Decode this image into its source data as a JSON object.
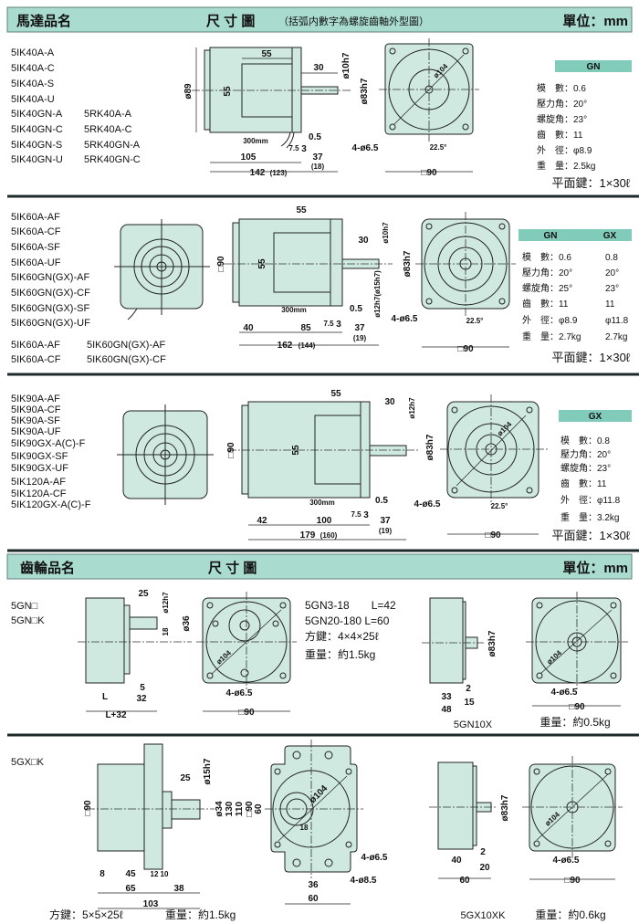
{
  "motor_header": {
    "title": "馬達品名",
    "dim_title": "尺 寸 圖",
    "note": "（括弧内數字為螺旋齒軸外型圖）",
    "unit": "單位：mm"
  },
  "s1": {
    "models": [
      "5IK40A-A",
      "5IK40A-C",
      "5IK40A-S",
      "5IK40A-U",
      "5IK40GN-A",
      "5IK40GN-C",
      "5IK40GN-S",
      "5IK40GN-U"
    ],
    "models_alt": [
      "5RK40A-A",
      "5RK40A-C",
      "5RK40GN-A",
      "5RK40GN-C"
    ],
    "dims": [
      "55",
      "55",
      "ø89",
      "30",
      "ø10h7",
      "ø83h7",
      "300mm",
      "7.5",
      "3",
      "0.5",
      "105",
      "37",
      "(18)",
      "142",
      "(123)",
      "ø104",
      "4-ø6.5",
      "22.5°",
      "□90"
    ],
    "spec": {
      "cols": [
        "GN"
      ],
      "sep": "：",
      "rows": [
        {
          "label": "模　數",
          "values": [
            "0.6"
          ]
        },
        {
          "label": "壓力角",
          "values": [
            "20°"
          ]
        },
        {
          "label": "螺旋角",
          "values": [
            "23°"
          ]
        },
        {
          "label": "齒　數",
          "values": [
            "11"
          ]
        },
        {
          "label": "外　徑",
          "values": [
            "φ8.9"
          ]
        },
        {
          "label": "重　量",
          "values": [
            "2.5kg"
          ]
        }
      ],
      "key": "平面鍵：1×30ℓ"
    }
  },
  "s2": {
    "models": [
      "5IK60A-AF",
      "5IK60A-CF",
      "5IK60A-SF",
      "5IK60A-UF",
      "5IK60GN(GX)-AF",
      "5IK60GN(GX)-CF",
      "5IK60GN(GX)-SF",
      "5IK60GN(GX)-UF"
    ],
    "models_extra": [
      [
        "5IK60A-AF",
        "5IK60GN(GX)-AF"
      ],
      [
        "5IK60A-CF",
        "5IK60GN(GX)-CF"
      ]
    ],
    "dims": [
      "55",
      "□90",
      "55",
      "30",
      "ø10h7",
      "ø83h7",
      "ø12h7(ø15h7)",
      "300mm",
      "0.5",
      "7.5",
      "3",
      "40",
      "85",
      "37",
      "(19)",
      "162",
      "(144)",
      "4-ø6.5",
      "22.5°",
      "□90"
    ],
    "spec": {
      "cols": [
        "GN",
        "GX"
      ],
      "sep": "：",
      "rows": [
        {
          "label": "模　數",
          "values": [
            "0.6",
            "0.8"
          ]
        },
        {
          "label": "壓力角",
          "values": [
            "20°",
            "20°"
          ]
        },
        {
          "label": "螺旋角",
          "values": [
            "25°",
            "23°"
          ]
        },
        {
          "label": "齒　數",
          "values": [
            "11",
            "11"
          ]
        },
        {
          "label": "外　徑",
          "values": [
            "φ8.9",
            "φ11.8"
          ]
        },
        {
          "label": "重　量",
          "values": [
            "2.7kg",
            "2.7kg"
          ]
        }
      ],
      "key": "平面鍵：1×30ℓ"
    }
  },
  "s3": {
    "models": [
      "5IK90A-AF",
      "5IK90A-CF",
      "5IK90A-SF",
      "5IK90A-UF",
      "5IK90GX-A(C)-F",
      "5IK90GX-SF",
      "5IK90GX-UF",
      "5IK120A-AF",
      "5IK120A-CF",
      "5IK120GX-A(C)-F"
    ],
    "dims": [
      "55",
      "□90",
      "55",
      "30",
      "ø12h7",
      "ø83h7",
      "300mm",
      "0.5",
      "7.5",
      "3",
      "42",
      "100",
      "37",
      "(19)",
      "179",
      "(160)",
      "ø104",
      "4-ø6.5",
      "22.5°",
      "□90"
    ],
    "spec": {
      "cols": [
        "GX"
      ],
      "sep": "：",
      "rows": [
        {
          "label": "模　數",
          "values": [
            "0.8"
          ]
        },
        {
          "label": "壓力角",
          "values": [
            "20°"
          ]
        },
        {
          "label": "螺旋角",
          "values": [
            "23°"
          ]
        },
        {
          "label": "齒　數",
          "values": [
            "11"
          ]
        },
        {
          "label": "外　徑",
          "values": [
            "φ11.8"
          ]
        },
        {
          "label": "重　量",
          "values": [
            "3.2kg"
          ]
        }
      ],
      "key": "平面鍵：1×30ℓ"
    }
  },
  "gear_header": {
    "title": "齒輪品名",
    "dim_title": "尺 寸 圖",
    "unit": "單位：mm"
  },
  "s4": {
    "models": [
      "5GN□",
      "5GN□K"
    ],
    "side_dims": [
      "25",
      "ø12h7",
      "ø36",
      "18",
      "5",
      "L",
      "32",
      "L+32"
    ],
    "front_dims": [
      "ø104",
      "4-ø6.5",
      "□90"
    ],
    "notes": [
      "5GN3-18　　L=42",
      "5GN20-180 L=60",
      "方鍵：4×4×25ℓ",
      "重量：約1.5kg"
    ],
    "gn10x": {
      "dims": [
        "ø83h7",
        "2",
        "33",
        "15",
        "48"
      ],
      "name": "5GN10X",
      "front_dims": [
        "ø104",
        "4-ø6.5",
        "□90"
      ],
      "weight": "重量：約0.5kg"
    }
  },
  "s5": {
    "model": "5GX□K",
    "side_dims": [
      "□90",
      "25",
      "ø15h7",
      "ø34",
      "130",
      "110",
      "□90",
      "60",
      "8",
      "45",
      "12",
      "10",
      "65",
      "38",
      "103"
    ],
    "front_dims": [
      "ø104",
      "18",
      "4-ø6.5",
      "4-ø8.5",
      "36",
      "60"
    ],
    "key": "方鍵：5×5×25ℓ",
    "weight": "重量：約1.5kg",
    "gx10xk": {
      "dims": [
        "ø83h7",
        "2",
        "40",
        "20",
        "60"
      ],
      "front_dims": [
        "ø104",
        "4-ø6.5",
        "□90"
      ],
      "name": "5GX10XK",
      "weight": "重量：約0.6kg"
    }
  }
}
